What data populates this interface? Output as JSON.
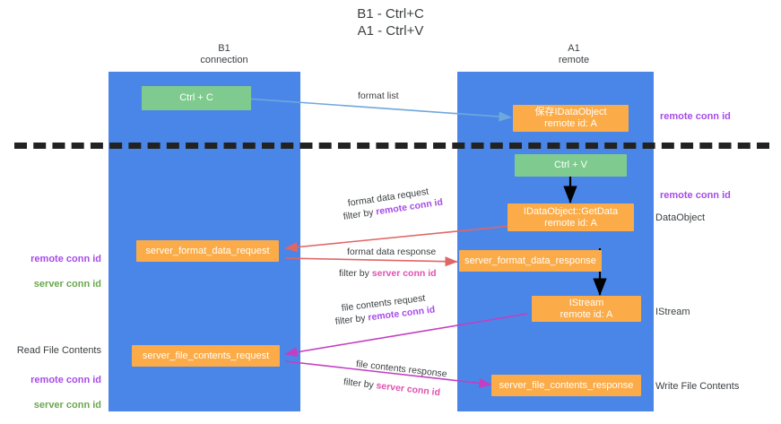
{
  "title": "B1 - Ctrl+C\nA1 - Ctrl+V",
  "lanes": [
    {
      "id": "b1",
      "header": "B1\nconnection"
    },
    {
      "id": "a1",
      "header": "A1\nremote"
    }
  ],
  "nodes": {
    "ctrl_c": "Ctrl + C",
    "save_dataobject": "保存IDataObject\nremote id: A",
    "ctrl_v": "Ctrl + V",
    "getdata": "IDataObject::GetData\nremote id: A",
    "server_format_data_request": "server_format_data_request",
    "server_format_data_response": "server_format_data_response",
    "istream": "IStream\nremote id: A",
    "server_file_contents_request": "server_file_contents_request",
    "server_file_contents_response": "server_file_contents_response"
  },
  "edges": {
    "format_list": "format list",
    "format_data_request": "format data request",
    "format_data_request_filter_prefix": "filter by ",
    "format_data_request_filter_key": "remote conn id",
    "format_data_response": "format data response",
    "format_data_response_filter_prefix": "filter by ",
    "format_data_response_filter_key": "server conn id",
    "file_contents_request": "file contents request",
    "file_contents_request_filter_prefix": "filter by ",
    "file_contents_request_filter_key": "remote conn id",
    "file_contents_response": "file contents response",
    "file_contents_response_filter_prefix": "filter by ",
    "file_contents_response_filter_key": "server conn id"
  },
  "annotations": {
    "right_remote_conn_id_top": "remote conn id",
    "right_remote_conn_id_mid": "remote conn id",
    "right_dataobject": "DataObject",
    "right_istream": "IStream",
    "right_write_file_contents": "Write File Contents",
    "left_remote_conn_id": "remote conn id",
    "left_server_conn_id": "server conn id",
    "left_read_file_contents": "Read File Contents",
    "left_remote_conn_id_2": "remote conn id",
    "left_server_conn_id_2": "server conn id"
  },
  "colors": {
    "lane": "#4a86e8",
    "green_node": "#7fcb8f",
    "orange_node": "#fbab47",
    "purple": "#a64ce8",
    "pink": "#e052b0",
    "green_text": "#6aa84f",
    "arrow_blue": "#6fa8dc",
    "arrow_red": "#e06666",
    "arrow_magenta": "#c23fc2",
    "arrow_black": "#000000",
    "divider": "#222222",
    "text": "#3c4043",
    "background": "#ffffff"
  }
}
